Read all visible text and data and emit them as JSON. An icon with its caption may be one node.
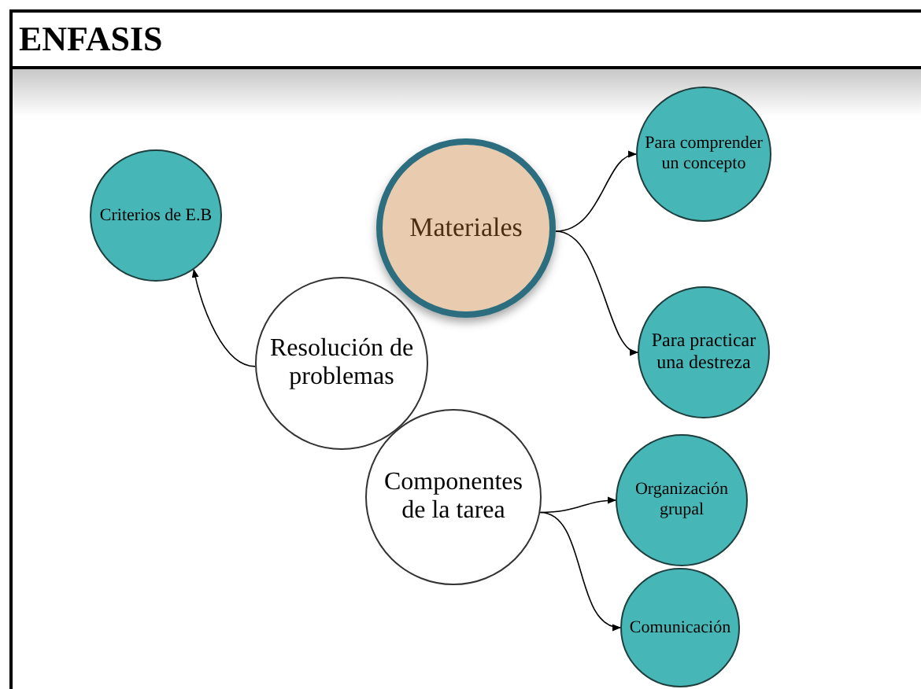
{
  "diagram": {
    "title": "ENFASIS",
    "nodes": [
      {
        "text": [
          "Para comprender un concepto"
        ]
      },
      {
        "text": [
          "Materiales"
        ]
      },
      {
        "text": [
          "Criterios de E.B"
        ]
      },
      {
        "text": [
          "Para practicar una destreza"
        ]
      },
      {
        "text": [
          "Resolución de problemas"
        ]
      },
      {
        "text": [
          "Componentes de la tarea"
        ]
      },
      {
        "text": [
          "Organización grupal"
        ]
      },
      {
        "text": [
          "Comunicación"
        ]
      }
    ],
    "edges": [
      {
        "from": 1,
        "to": 0,
        "arrow": "to"
      },
      {
        "from": 1,
        "to": 3,
        "arrow": "to"
      },
      {
        "from": 4,
        "to": 2,
        "arrow": "to"
      },
      {
        "from": 5,
        "to": 6,
        "arrow": "to"
      },
      {
        "from": 5,
        "to": 7,
        "arrow": "to"
      }
    ]
  }
}
